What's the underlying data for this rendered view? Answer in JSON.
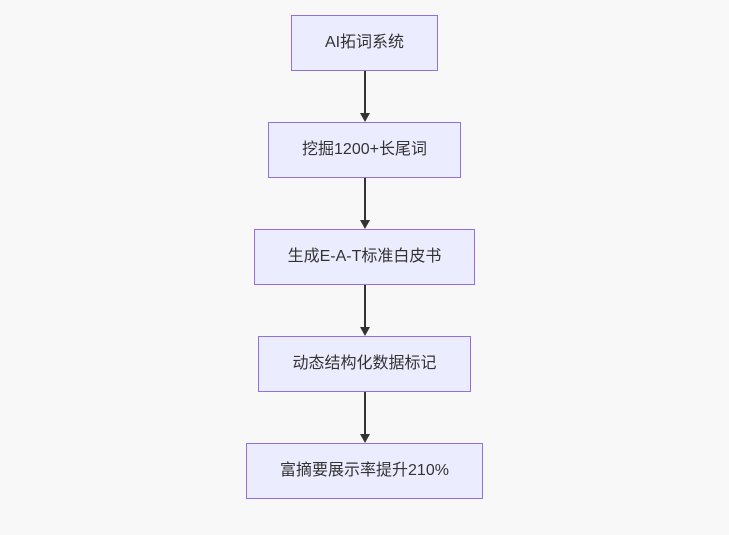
{
  "flowchart": {
    "type": "flowchart",
    "direction": "top-down",
    "nodes": [
      {
        "label": "AI拓词系统"
      },
      {
        "label": "挖掘1200+长尾词"
      },
      {
        "label": "生成E-A-T标准白皮书"
      },
      {
        "label": "动态结构化数据标记"
      },
      {
        "label": "富摘要展示率提升210%"
      }
    ],
    "edges": [
      {
        "from": 0,
        "to": 1,
        "style": "arrow-down"
      },
      {
        "from": 1,
        "to": 2,
        "style": "arrow-down"
      },
      {
        "from": 2,
        "to": 3,
        "style": "arrow-down"
      },
      {
        "from": 3,
        "to": 4,
        "style": "arrow-down"
      }
    ],
    "colors": {
      "background": "#f8f8f8",
      "node_fill": "#ececff",
      "node_border": "#9370db",
      "text": "#333333",
      "arrow": "#333333"
    }
  }
}
